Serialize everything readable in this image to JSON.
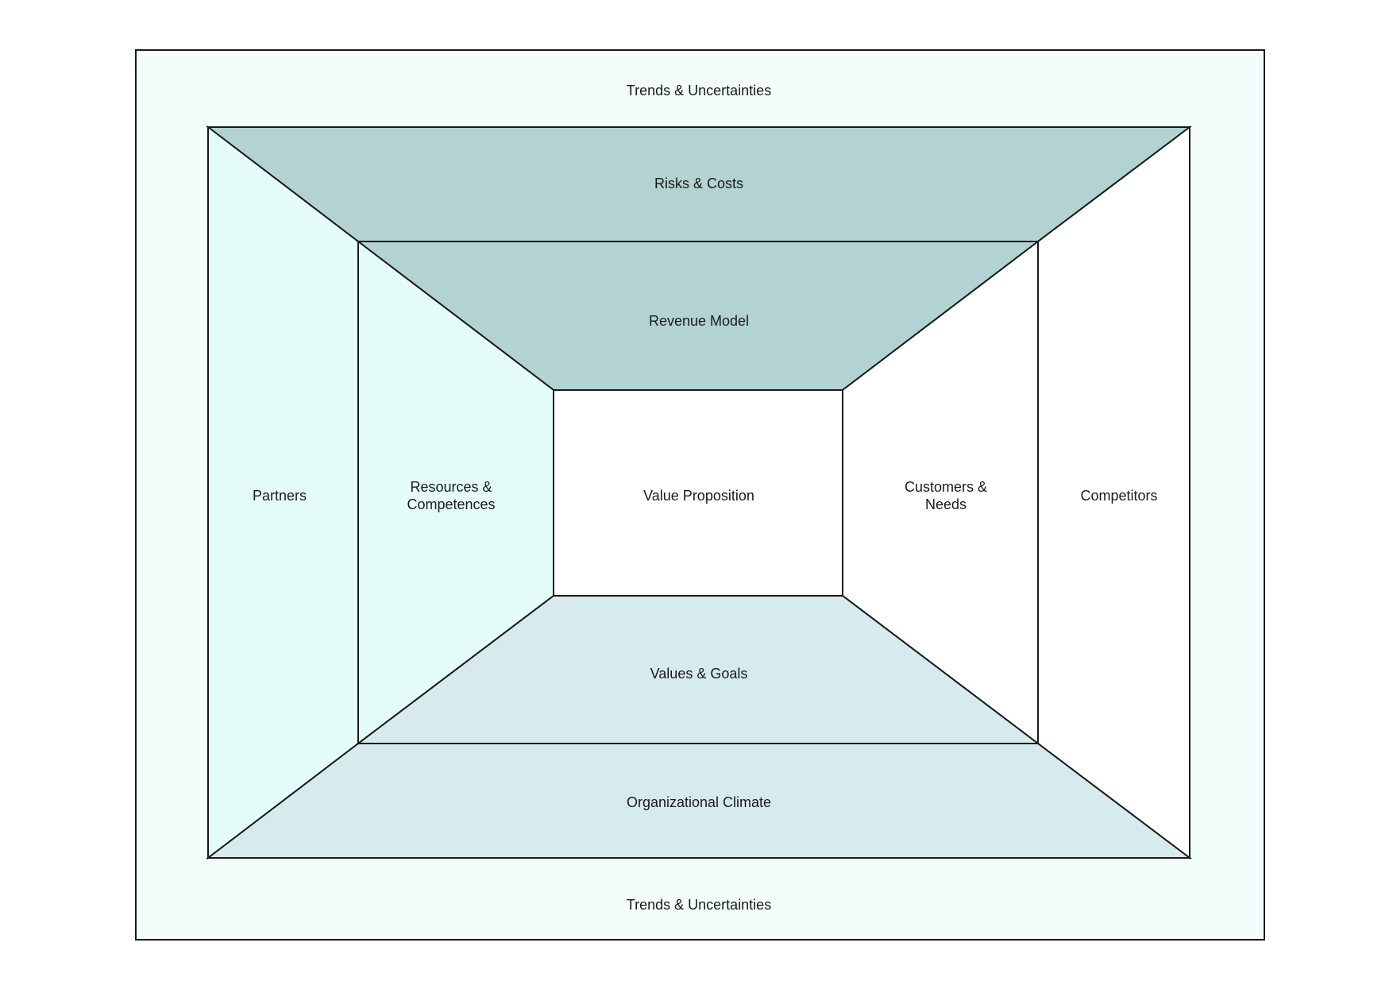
{
  "colors": {
    "outer_background": "#f3fefc",
    "teal_dark": "#b2d3d2",
    "mint_light": "#e5fdf9",
    "blue_gray_light": "#d7eaee",
    "white": "#ffffff",
    "stroke": "#1a1a1a"
  },
  "labels": {
    "trends_top": "Trends & Uncertainties",
    "trends_bottom": "Trends & Uncertainties",
    "risks_costs": "Risks & Costs",
    "revenue_model": "Revenue Model",
    "partners": "Partners",
    "resources_line1": "Resources &",
    "resources_line2": "Competences",
    "value_proposition": "Value Proposition",
    "customers_line1": "Customers &",
    "customers_line2": "Needs",
    "competitors": "Competitors",
    "values_goals": "Values & Goals",
    "organizational_climate": "Organizational Climate"
  }
}
